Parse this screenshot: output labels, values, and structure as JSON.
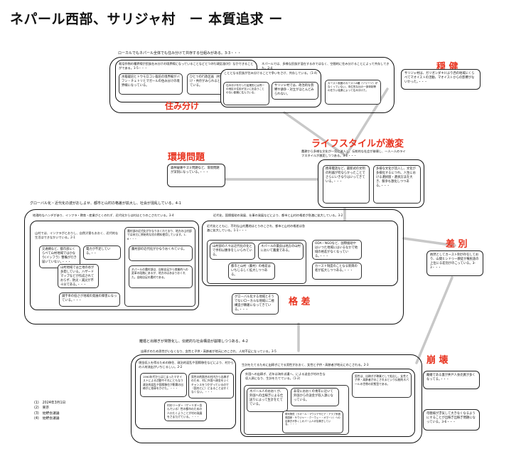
{
  "title": "ネパール西部、サリジャ村　ー 本質追求 ー",
  "colors": {
    "accent": "#e8321e",
    "line": "#c8c8c8",
    "border": "#111111"
  },
  "top": {
    "caption": "ローカルでもネパール全体でも住み分けて共存する仕組みがある。3-3・・・",
    "sub_left": "栽培作物の種界線が民族在み分けの境界線になっていることなどとつの行政区画(村）なかできることがである。1-5・・・",
    "left_a": "水稲栽培とトウモロコシ栽培の境界線がバフン・チェトリとマガールの住み分けの境界線になっている。",
    "left_b": "ひとつの行政区画（村）のなかで、住み分け・共存がみられるという異集民が混在している。",
    "sub_right": "ネパールでは、多様な民族が混在するのではなく、空間的に住み分けることによって共存してきた。2-4",
    "right_cap": "こととなる民族が住み分けることで争いをさけ、共存している。（1-4）",
    "right_a": "住み分けを行った結果的には同一の地区の住民が互いに出会うことのない距離に住んでいる。",
    "right_b": "サリジャ村では、政治的な影響や請争・対立がほとんどみられない。",
    "right_c": "カースト制度のカーストA種（ゾリーソ）がなくっていない。本位的な比の一部体制等の在りい結果によって住み分けた。",
    "label": "住み分け"
  },
  "stable": {
    "label": "穏 健",
    "text": "サリジャ村は、ガリガンダキ川より西の地域にくらべてマオイストの活動、マオイストからの影響がないかった。・・・"
  },
  "lifestyle": {
    "label": "ライフスタイルが激変",
    "caption": "農耕から多様な文化が一気に流入し、伝統的な社会が崩壊し、一人一人のライフスタイルが激変しつつある。3-1・・・",
    "a": "携帯電話など、最新式の文明の利器が何ならかったことでさらにいきなりはいってきている。・・・",
    "b": "多様な文化が流入し、文化が多様化するにつれ、人生における選択肢・選択方法を大き、競争も激化しつつある。・・・"
  },
  "environment": {
    "label": "環境問題",
    "text": "森林破壊やゴミ問題など、環境問題が深刻になっている。・・・"
  },
  "disparity": {
    "caption": "グローバル化・近代化の波がおしよせ、都市と山村の格差が拡大し、社会が混乱している。4-1",
    "label": "格 差",
    "left_cap": "地理的なハンデがあり、インフラ・教育・産業がとくのれず、近代化からは村はとりのこされている。3-4",
    "left_sub": "山村では、インフラがとおりし、自然災害もおおく、近代的な生活はできなかいでいる。2-1",
    "l1": "交通網など、都市部にくらべて山村地域ではかなり(インフラ）整備が行き届いていない。・・・",
    "l2": "電力が不足している。・・",
    "l3": "山村地域では土地の谷が多発している。ハザードマップなどが作成されておらず、防災・減災が不十分である。・・・",
    "l4": "識字率の低さが地域の発展の障害になっている。・・・",
    "m1": "農村部の近代化がかなりおくれており、地方の山村部では未だに原始的な炊の燃料使用しています。1-6・・・",
    "m2": "農村部の近代化がかなりおくれている。",
    "m3": "ネパールの農村部は、自給自足から商業的への変革の段階にあるが、地方のはあまりおくれた。自給自足の農村である。",
    "right_cap": "近代化、国際援助の発展、仕事の発展などにより、都市と山村の格差が急激に拡大している。3-2",
    "r_sub": "近代化とともに、不利な山村農地はとりのこされ、都市と山村の格差は急激に拡大している。1-1・・・",
    "r1": "山村部の人々は近代化の化とで手料以勝争をしいられている。",
    "r2": "ネパールの最良は地方の山村において農業である。",
    "r3": "都市と山村（農村）の格差はいちじるしく拡大しつつある。",
    "r4": "ODA・NGOなど、国際援助やはいつた地域にはいるなかで地域の格差がなくなっている。・・・",
    "r5": "カースト制度のことなる新興の者が拡大しつつある。・・・",
    "bottom": "グローバル化する地域とそうでないローカルな地域に二極構造が顕著になってきている。・・・"
  },
  "discrimination": {
    "label": "差 別",
    "text": "依然としてカースト制が存在しており、山間ヒンドゥー教徒が権民族の上位にる差別がのこっている。3-3・・・"
  },
  "collapse": {
    "caption": "離婚と出稼ぎが常態化し、伝統的な社会構造が崩壊しつつある。4-2",
    "sub": "出稼ぎのため男性がいなくなり、女性と子供・高齢者が地元にのこされ、人材不足になっている。3-5",
    "label": "崩 壊",
    "left_cap": "現金収入を得るための移住、政治的混乱や国際移住などにより、村からの人材流出がいちじるしい。2-2",
    "la": "1990年代からはじまったマオイストによる活動やそれにともなう政治的混乱や国際移住が影響の出稼ぎに拍車をかけた。・・・",
    "lb": "男性の約割合の村内から出稼ぎのため、村に外国へ現金をいくチャンスをつかがっているので（国内とに）どまることはすくなくない。・・・",
    "lc": "村のリーダー（ゲーリダー含んでいる）性の都市のための人口たくようことが村の発展をさまたげている。・・・",
    "right_cap": "生計をたてるために出稼ぎにでる男性がおおく、女性と子供・高齢者が地元にのこされる。2-3",
    "rb": "外国への出稼ぎ、近年は海外派遣へ、による送金が村の生な収入源になり、生計をたてている。（1-2）",
    "r1": "ネパール人のおおくが、外国への出稼ぎによる仕送りによって生計をたてている。",
    "r2": "非常におおくの青年に近いて外国からの送金が収入源になっている。",
    "r3": "男性は、出稼ぎが稼業として拡出し、女性と子供・高齢者がのこされるという伝統的ネパールの世帯の状態型である。",
    "r4": "現代物質（ラオール・マウジアサビア・アラブ系首長国家・サウジャー・クーウェー・オマーン）への出稼ぎが多くしかパーム人が出稼ぎしている。・・・",
    "side1": "離婚である妻が井戸人身売買が多くなってる。・・・",
    "side2": "母親様が浮気して大きなくなるようにすることが出稼ぎ出稼ぎ問題になっている。3-6・・・"
  },
  "references": [
    "(1)　2024年3月1日",
    "(2)　東京",
    "(3)　佐野会議論",
    "(4)　佐野会議論"
  ]
}
